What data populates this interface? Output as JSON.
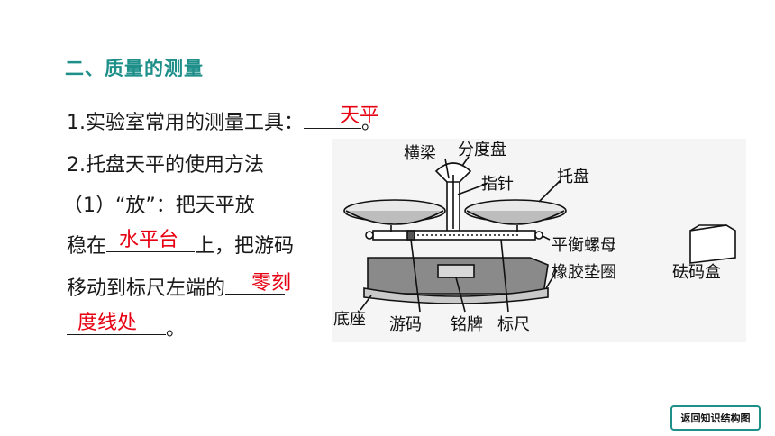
{
  "section": {
    "title": "二、质量的测量"
  },
  "q1": {
    "prefix": "1.实验室常用的测量工具：",
    "suffix": "。",
    "answer": "天平"
  },
  "q2": {
    "heading": "2.托盘天平的使用方法"
  },
  "q2_1": {
    "line1": "（1）“放”：把天平放",
    "line2_prefix": "稳在",
    "line2_suffix": "上，把游码",
    "line3_prefix": "移动到标尺左端的",
    "line4_suffix": "。",
    "answer1": "水平台",
    "answer2a": "零刻",
    "answer2b": "度线处"
  },
  "figure": {
    "labels": {
      "beam": "横梁",
      "dial": "分度盘",
      "pointer": "指针",
      "pan": "托盘",
      "nut": "平衡螺母",
      "ring": "橡胶垫圈",
      "box": "砝码盒",
      "base": "底座",
      "rider": "游码",
      "plate": "铭牌",
      "scale": "标尺"
    }
  },
  "nav": {
    "back_label": "返回知识结构图"
  },
  "colors": {
    "accent": "#1f8f8a",
    "answer": "#e60012"
  }
}
